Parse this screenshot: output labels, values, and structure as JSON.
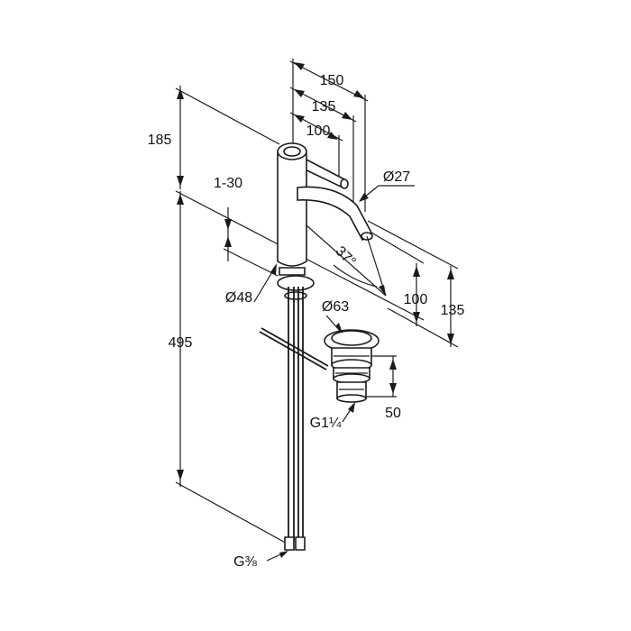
{
  "drawing": {
    "dimensions": {
      "d150": "150",
      "d135_top": "135",
      "d100_top": "100",
      "d185": "185",
      "d1_30": "1-30",
      "d27": "Ø27",
      "d37": "37°",
      "d48": "Ø48",
      "d63": "Ø63",
      "d100_right": "100",
      "d135_right": "135",
      "d495": "495",
      "d50": "50",
      "g114": "G1¼",
      "g38": "G⅜"
    }
  }
}
